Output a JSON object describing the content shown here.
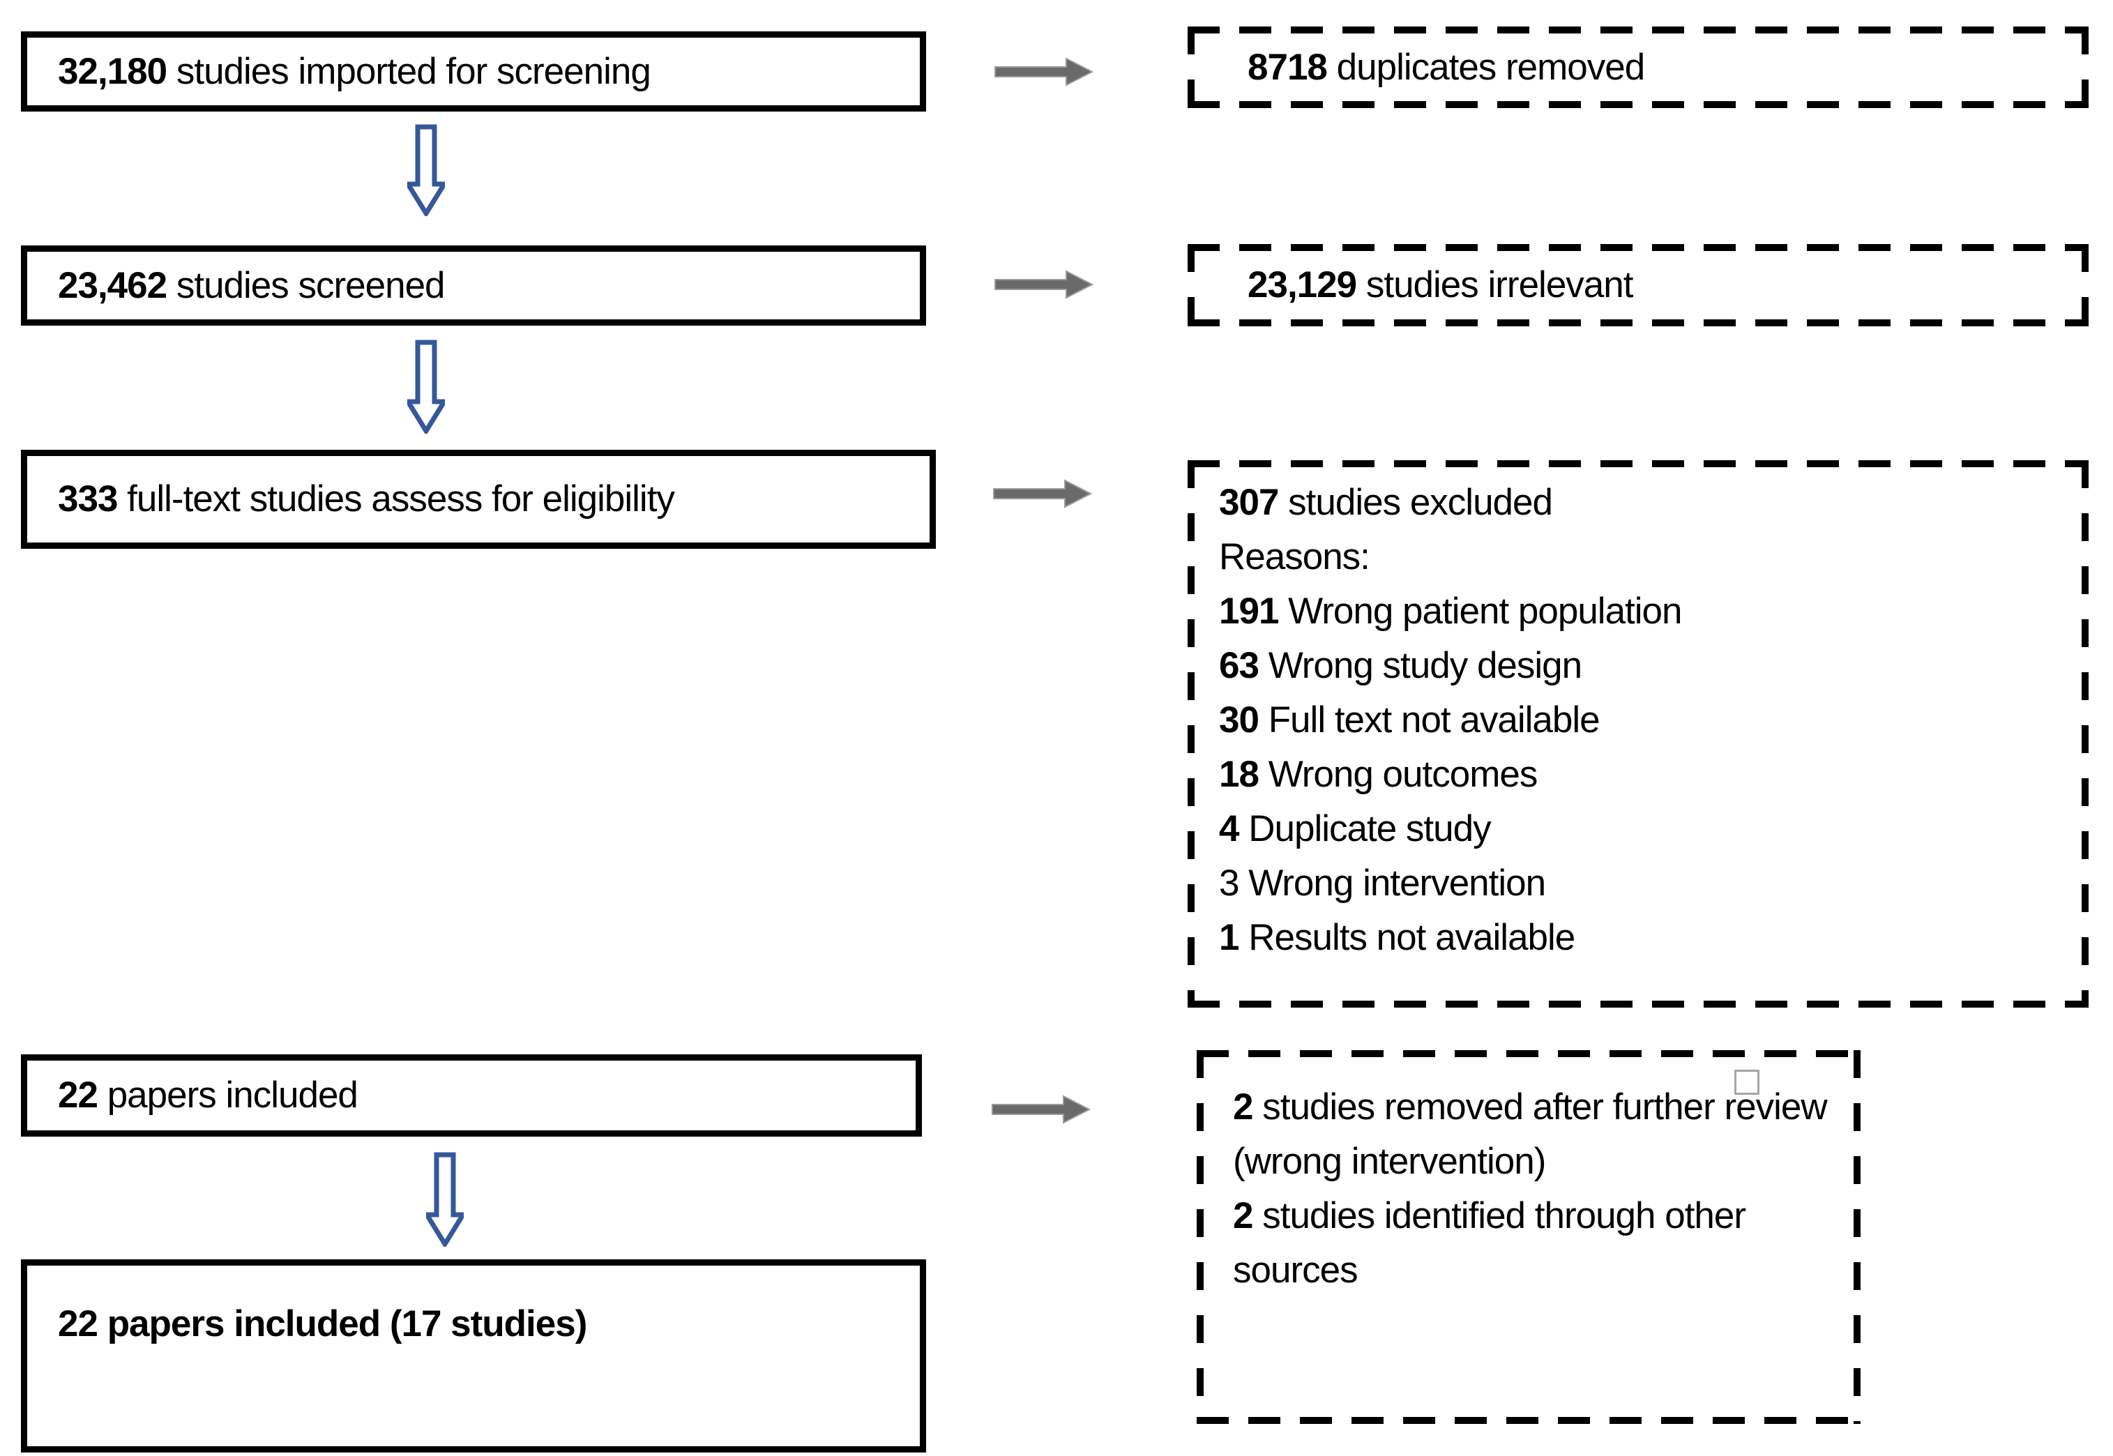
{
  "flow": {
    "left_boxes": [
      {
        "number": "32,180",
        "text": "studies imported for screening"
      },
      {
        "number": "23,462",
        "text": "studies screened"
      },
      {
        "number": "333",
        "text": "full-text studies assess for eligibility"
      },
      {
        "number": "22",
        "text": "papers included"
      },
      {
        "number": "22",
        "text": "papers included (17 studies)"
      }
    ],
    "right_boxes": {
      "duplicates": {
        "number": "8718",
        "text": "duplicates removed"
      },
      "irrelevant": {
        "number": "23,129",
        "text": "studies irrelevant"
      },
      "excluded": {
        "header_number": "307",
        "header_text": "studies excluded",
        "reasons_label": "Reasons:",
        "reasons": [
          {
            "number": "191",
            "text": "Wrong patient population"
          },
          {
            "number": "63",
            "text": "Wrong study design"
          },
          {
            "number": "30",
            "text": "Full text not available"
          },
          {
            "number": "18",
            "text": "Wrong outcomes"
          },
          {
            "number": "4",
            "text": "Duplicate study"
          },
          {
            "number": "3",
            "text": "Wrong intervention"
          },
          {
            "number": "1",
            "text": "Results not available"
          }
        ]
      },
      "post_review": {
        "items": [
          {
            "number": "2",
            "text": "studies removed after further review (wrong intervention)"
          },
          {
            "number": "2",
            "text": "studies identified through other sources"
          }
        ]
      }
    },
    "icons": {
      "down_arrow": "hollow-down-arrow",
      "right_arrow": "solid-right-arrow",
      "missing_glyph_box": "empty-rectangle-glyph"
    },
    "colors": {
      "box_border": "#000000",
      "text": "#000000",
      "down_arrow_blue": "#35589B",
      "right_arrow_gray": "#6A6A6A",
      "right_arrow_outline": "#9B9B9B",
      "missing_glyph_border": "#A6A6A6",
      "background": "#FFFFFF"
    }
  }
}
